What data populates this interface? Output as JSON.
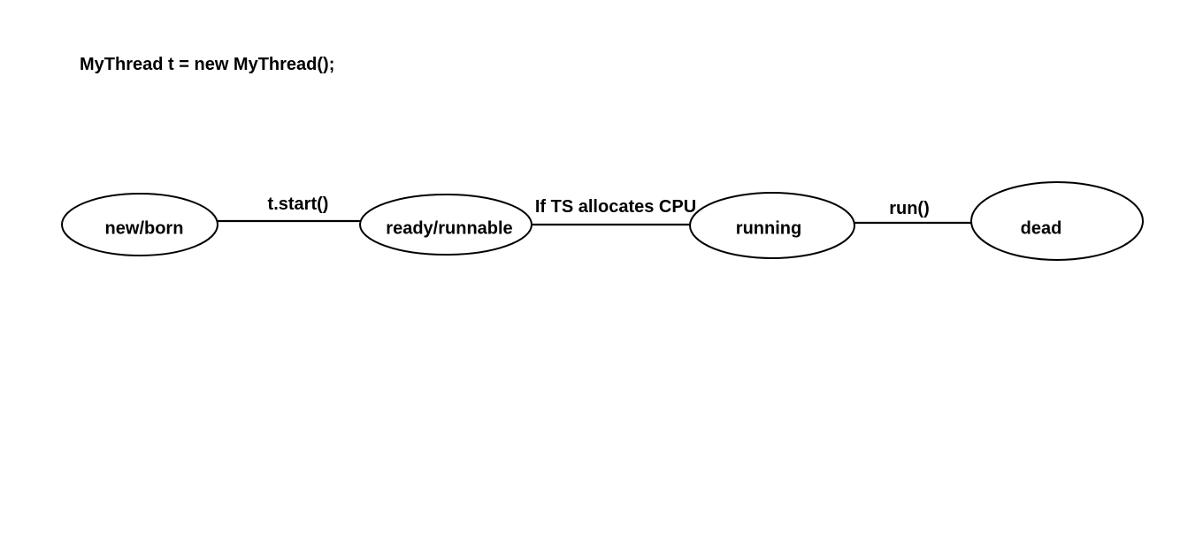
{
  "code_line": "MyThread t = new MyThread();",
  "states": [
    {
      "id": "new",
      "label": "new/born"
    },
    {
      "id": "ready",
      "label": "ready/runnable"
    },
    {
      "id": "running",
      "label": "running"
    },
    {
      "id": "dead",
      "label": "dead"
    }
  ],
  "transitions": [
    {
      "from": "new",
      "to": "ready",
      "label": "t.start()"
    },
    {
      "from": "ready",
      "to": "running",
      "label": "If TS allocates CPU"
    },
    {
      "from": "running",
      "to": "dead",
      "label": "run()"
    }
  ],
  "colors": {
    "stroke": "#000000",
    "background": "#ffffff",
    "text": "#000000"
  }
}
